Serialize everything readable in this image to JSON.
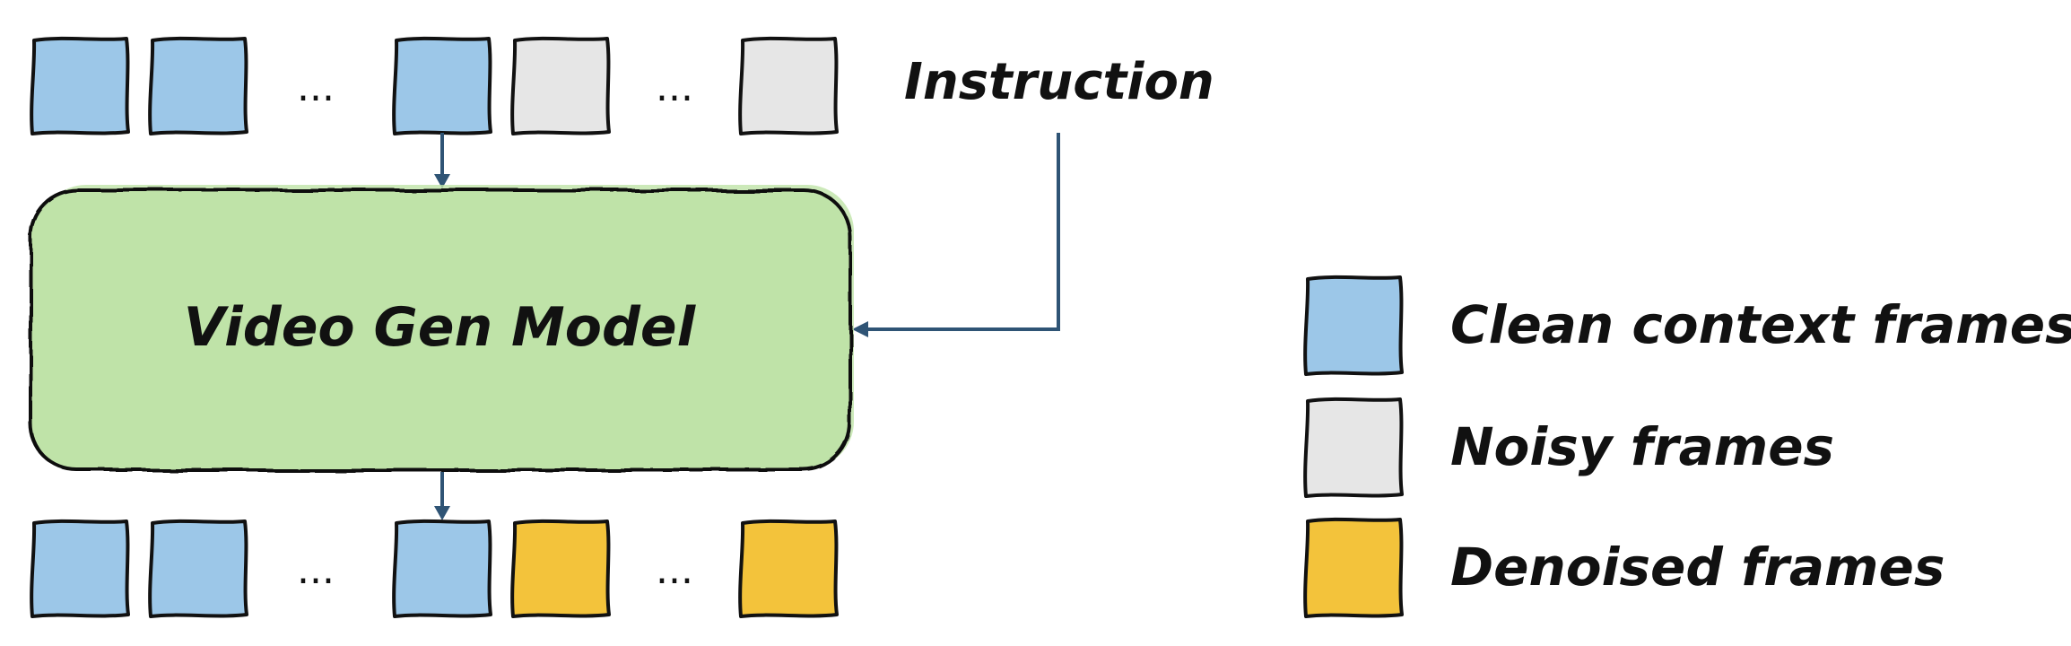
{
  "colors": {
    "clean": "#9cc7e8",
    "noisy": "#e6e6e6",
    "denoised": "#f3c33b",
    "model": "#bfe3a8",
    "arrow": "#2f5475",
    "outline": "#111111"
  },
  "input_row": {
    "frames": [
      "clean",
      "clean",
      "gap",
      "clean",
      "noisy",
      "gap",
      "noisy"
    ],
    "ellipsis": "..."
  },
  "output_row": {
    "frames": [
      "clean",
      "clean",
      "gap",
      "clean",
      "denoised",
      "gap",
      "denoised"
    ],
    "ellipsis": "..."
  },
  "instruction_label": "Instruction",
  "model_label": "Video Gen Model",
  "legend": [
    {
      "kind": "clean",
      "label": "Clean context frames"
    },
    {
      "kind": "noisy",
      "label": "Noisy frames"
    },
    {
      "kind": "denoised",
      "label": "Denoised frames"
    }
  ]
}
